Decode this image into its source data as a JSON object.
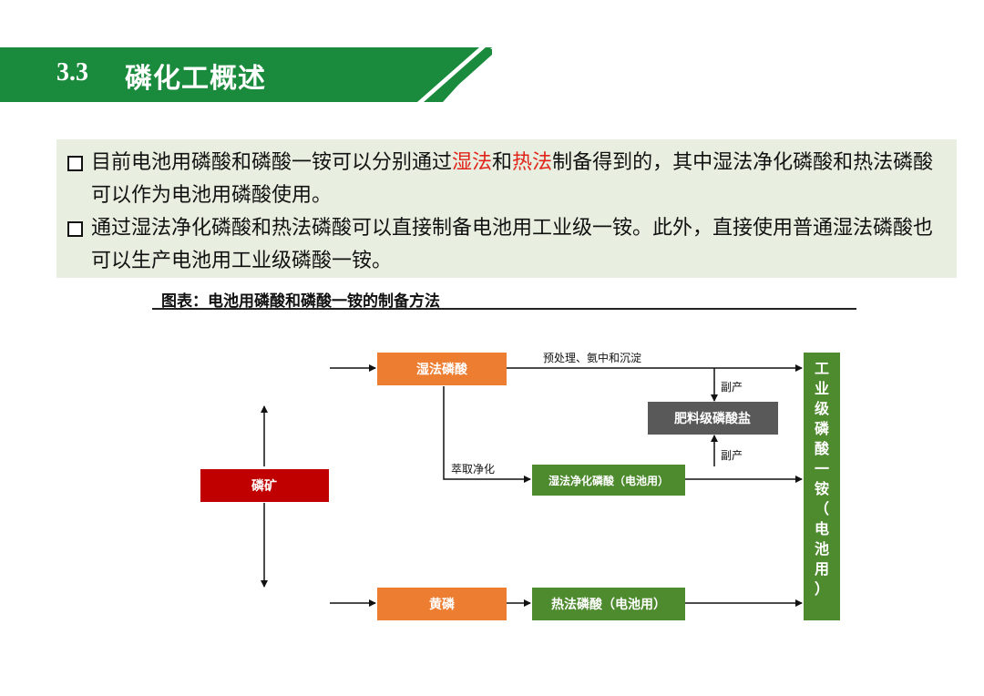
{
  "header": {
    "section_number": "3.3",
    "section_title": "磷化工概述",
    "color": "#1a8a3c"
  },
  "intro": {
    "bullet1": {
      "part1": "目前电池用磷酸和磷酸一铵可以分别通过",
      "highlight1": "湿法",
      "part2": "和",
      "highlight2": "热法",
      "part3": "制备得到的，其中湿法净化磷酸和热法磷酸可以作为电池用磷酸使用。"
    },
    "bullet2": "通过湿法净化磷酸和热法磷酸可以直接制备电池用工业级一铵。此外，直接使用普通湿法磷酸也可以生产电池用工业级磷酸一铵。",
    "highlight_color": "#e0241b",
    "background": "#e8efe0"
  },
  "figure": {
    "caption": "图表：电池用磷酸和磷酸一铵的制备方法"
  },
  "diagram": {
    "nodes": {
      "phosphate_rock": "磷矿",
      "wet_acid": "湿法磷酸",
      "yellow_phosphorus": "黄磷",
      "fertilizer_salt": "肥料级磷酸盐",
      "purified_wet_acid": "湿法净化磷酸（电池用）",
      "thermal_acid": "热法磷酸（电池用）",
      "industrial_map": "工业级磷酸一铵（电池用）"
    },
    "edge_labels": {
      "pretreat": "预处理、氨中和沉淀",
      "byproduct_top": "副产",
      "byproduct_bottom": "副产",
      "extraction": "萃取净化"
    },
    "colors": {
      "orange": "#ed7d31",
      "green": "#4e8a2e",
      "gray": "#595959",
      "red": "#c00000"
    }
  }
}
